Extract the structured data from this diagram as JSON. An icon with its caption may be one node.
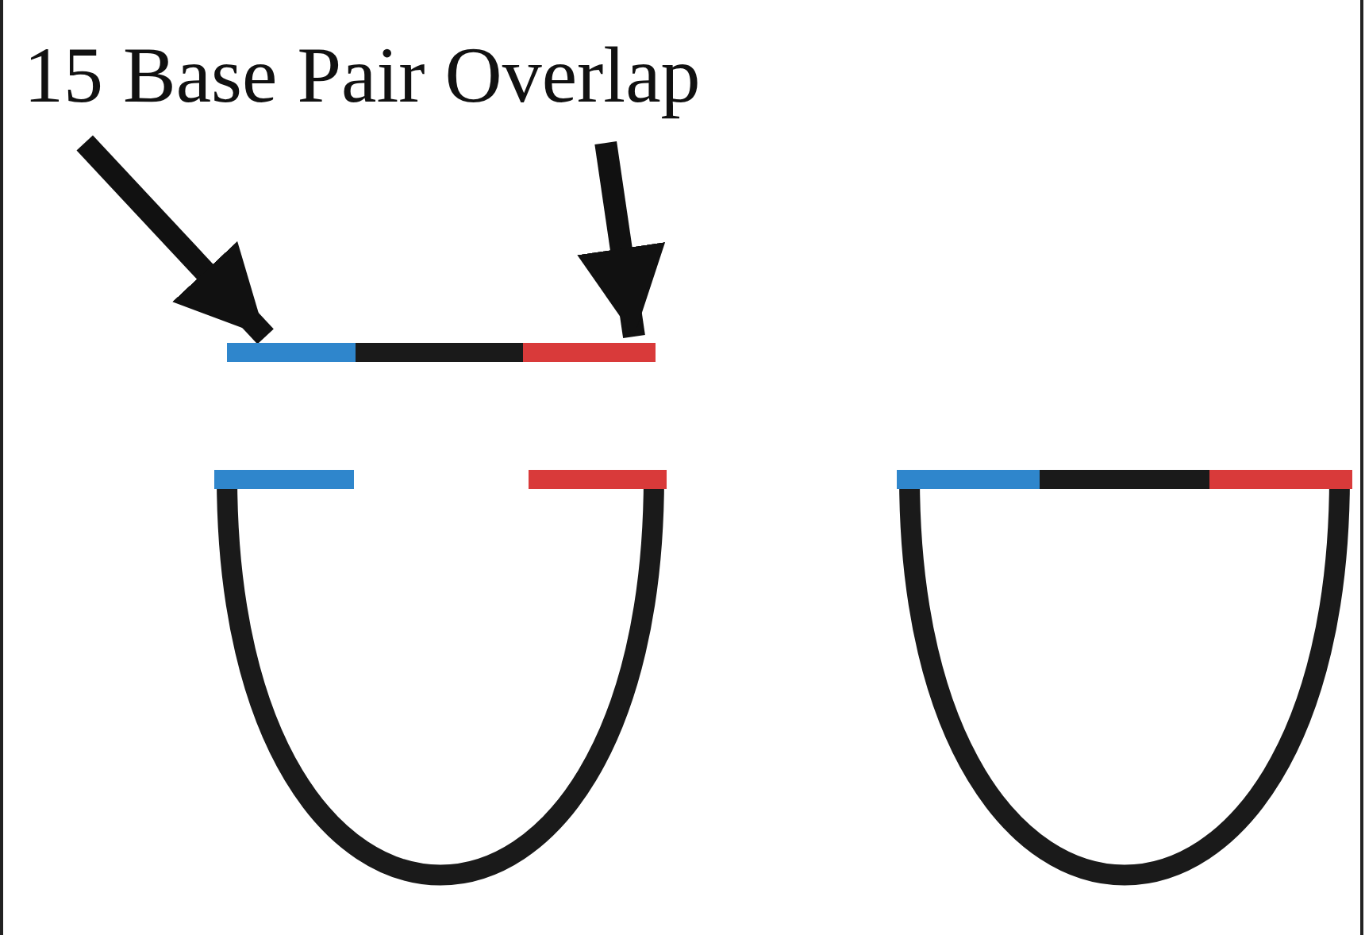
{
  "diagram": {
    "nodes": [
      {
        "text": [
          "15 Base Pair Overlap"
        ]
      },
      {
        "text": [],
        "shape": "bar"
      }
    ],
    "edges": [
      {
        "from": 0,
        "to": 1,
        "arrow": "to"
      },
      {
        "from": 0,
        "to": 1,
        "arrow": "to"
      }
    ]
  }
}
